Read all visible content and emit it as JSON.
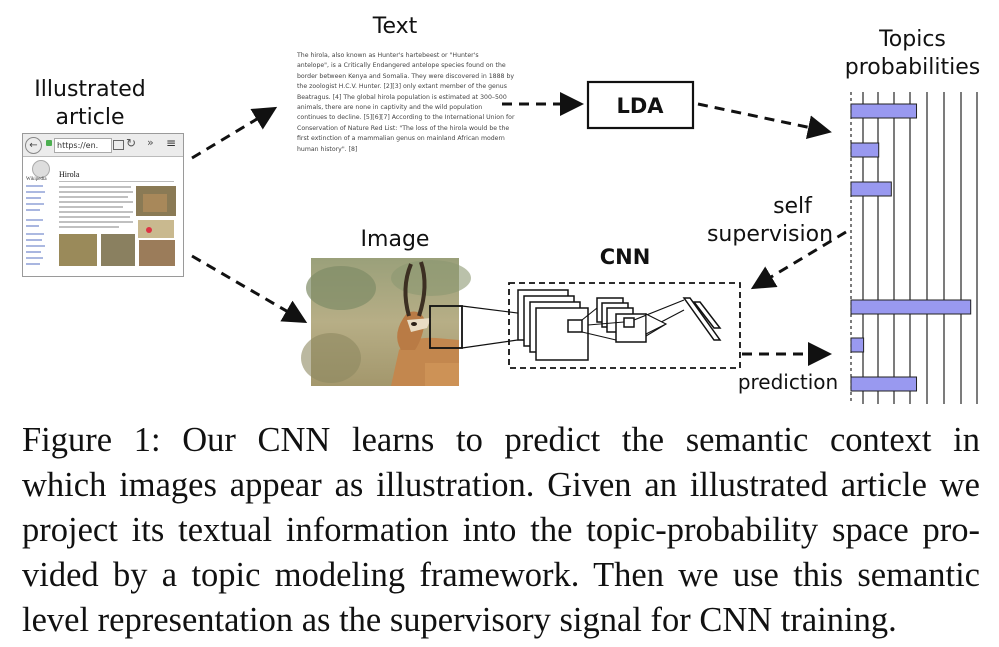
{
  "figure": {
    "labels": {
      "illustrated_article": [
        "Illustrated",
        "article"
      ],
      "text": "Text",
      "image": "Image",
      "lda": "LDA",
      "cnn": "CNN",
      "topics_probabilities": [
        "Topics",
        "probabilities"
      ],
      "self_supervision": [
        "self",
        "supervision"
      ],
      "prediction": "prediction"
    },
    "article_thumbnail": {
      "url_text": "https://en.",
      "site_name": "Wikipedia",
      "page_title": "Hirola"
    },
    "text_snippet": [
      "The hirola, also known as Hunter's hartebeest or \"Hunter's",
      "antelope\", is a Critically Endangered antelope species found on the",
      "border between Kenya and Somalia. They were discovered in 1888 by",
      "the zoologist H.C.V. Hunter. [2][3] only extant member of the genus",
      "Beatragus. [4] The global hirola population is estimated at 300–500",
      "animals, there are none in captivity and the wild population",
      "continues to decline. [5][6][7] According to the International Union for",
      "Conservation of Nature Red List: \"The loss of the hirola would be the",
      "first extinction of a mammalian genus on mainland African modern",
      "human history\". [8]"
    ],
    "topic_bars": {
      "supervision_values": [
        0.52,
        0.22,
        0.32
      ],
      "prediction_values": [
        0.95,
        0.1,
        0.52
      ],
      "bar_color": "#9999f0"
    }
  },
  "caption": {
    "lines": [
      "Figure 1:  Our CNN learns to predict the semantic context in",
      "which images appear as illustration. Given an illustrated article we",
      "project its textual information into the topic-probability space pro-",
      "vided by a topic modeling framework. Then we use this semantic",
      "level representation as the supervisory signal for CNN training."
    ]
  }
}
